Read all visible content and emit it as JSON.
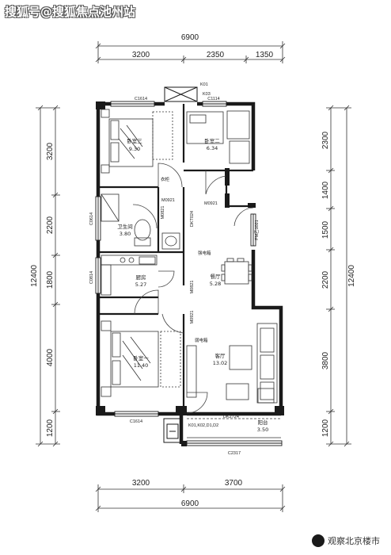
{
  "watermark": {
    "top": "搜狐号@搜狐焦点池州站",
    "bottom": "观察北京楼市",
    "icon": "wechat-logo-icon"
  },
  "dimensions": {
    "top_total": "6900",
    "top_parts": [
      "3200",
      "2350",
      "1350"
    ],
    "bottom_total": "6900",
    "bottom_parts": [
      "3200",
      "3700"
    ],
    "left_total": "12400",
    "left_parts": [
      "3200",
      "2200",
      "1800",
      "4000",
      "1200"
    ],
    "right_total": "12400",
    "right_parts": [
      "2300",
      "1400",
      "1500",
      "2200",
      "3800",
      "1200"
    ]
  },
  "rooms": {
    "bedroom3": {
      "name": "卧室三",
      "area": "9.30"
    },
    "bedroom2": {
      "name": "卧室二",
      "area": "6.34"
    },
    "bathroom": {
      "name": "卫生间",
      "area": "3.80"
    },
    "kitchen": {
      "name": "厨房",
      "area": "5.27"
    },
    "dining": {
      "name": "餐厅",
      "area": "5.28"
    },
    "bedroom1": {
      "name": "卧室一",
      "area": "11.40"
    },
    "living": {
      "name": "客厅",
      "area": "13.02"
    },
    "balcony": {
      "name": "阳台",
      "area": "3.50"
    }
  },
  "tags": {
    "c1614_top": "C1614",
    "c1114": "C1114",
    "k03": "K03",
    "k01": "K01",
    "c0614": "C0614",
    "c0814": "C0814",
    "m0921_a": "M0921",
    "m0921_b": "M0921",
    "m0921_c": "M0921",
    "m0821_a": "M0821",
    "m0821_b": "M0821",
    "dkt": "DKT024",
    "fm": "FM乙1021",
    "c1614_bottom": "C1614",
    "dk2724": "DK2724",
    "k01row": "K01,K02,D1,D2",
    "c2317": "C2317",
    "elec": "强电箱",
    "weak": "弱电箱",
    "wardrobe": "衣柜"
  }
}
